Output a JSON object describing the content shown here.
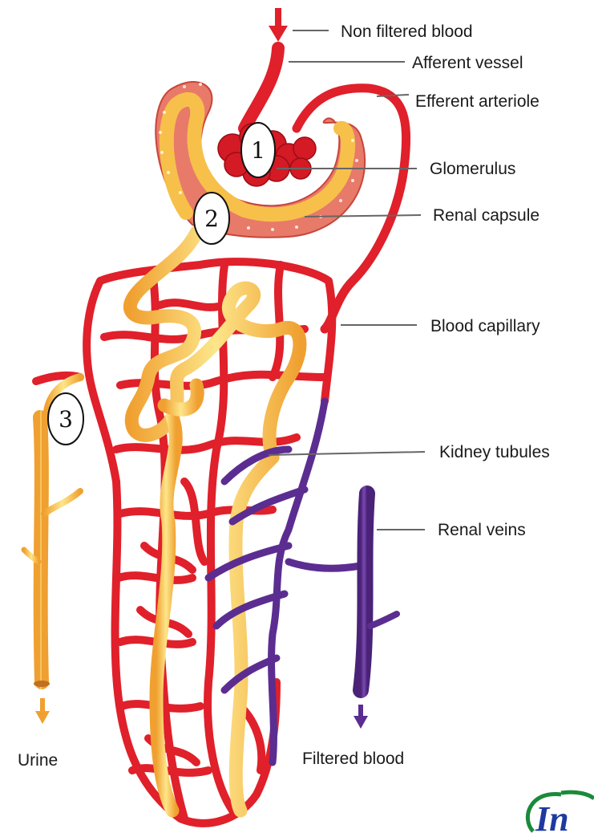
{
  "labels": {
    "non_filtered": "Non filtered blood",
    "afferent": "Afferent vessel",
    "efferent": "Efferent arteriole",
    "glomerulus": "Glomerulus",
    "capsule": "Renal capsule",
    "capillary": "Blood capillary",
    "tubules": "Kidney tubules",
    "veins": "Renal veins",
    "urine": "Urine",
    "filtered": "Filtered blood"
  },
  "markers": {
    "m1": "1",
    "m2": "2",
    "m3": "3"
  },
  "logo": {
    "text": "In"
  },
  "colors": {
    "artery": "#e0202a",
    "artery_dark": "#b5101c",
    "tubule": "#f7c04a",
    "tubule_light": "#fde68a",
    "vein": "#5b2d91",
    "vein_dark": "#4a2278",
    "capsule_fill": "#e87a6a",
    "leader": "#666666",
    "logo_green": "#1a8a3a",
    "logo_blue": "#1e3aa0"
  }
}
